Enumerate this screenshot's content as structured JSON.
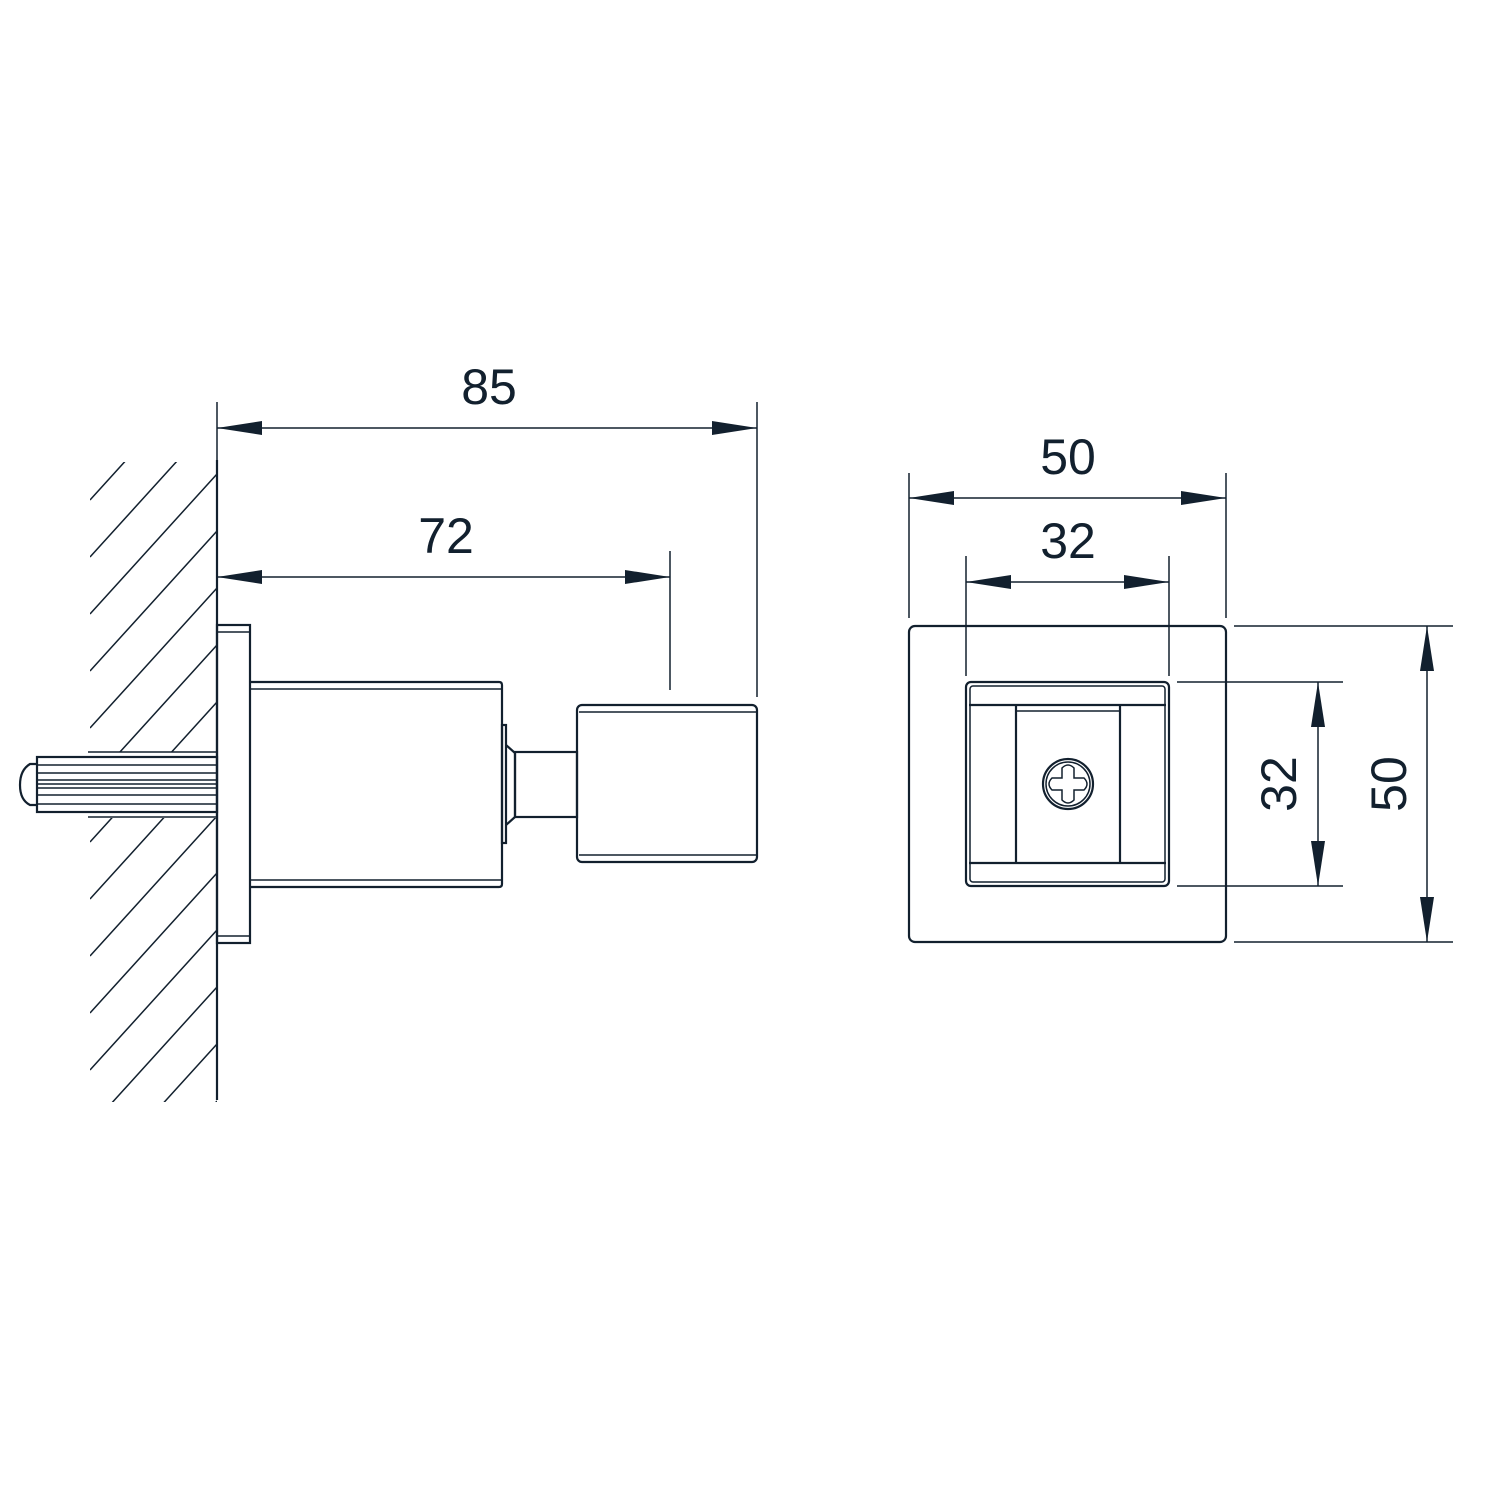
{
  "side_view": {
    "overall_length": "85",
    "body_length": "72"
  },
  "front_view": {
    "outer_width": "50",
    "inner_width": "32",
    "inner_height": "32",
    "outer_height": "50"
  },
  "colors": {
    "line": "#12202e",
    "background": "#ffffff"
  }
}
